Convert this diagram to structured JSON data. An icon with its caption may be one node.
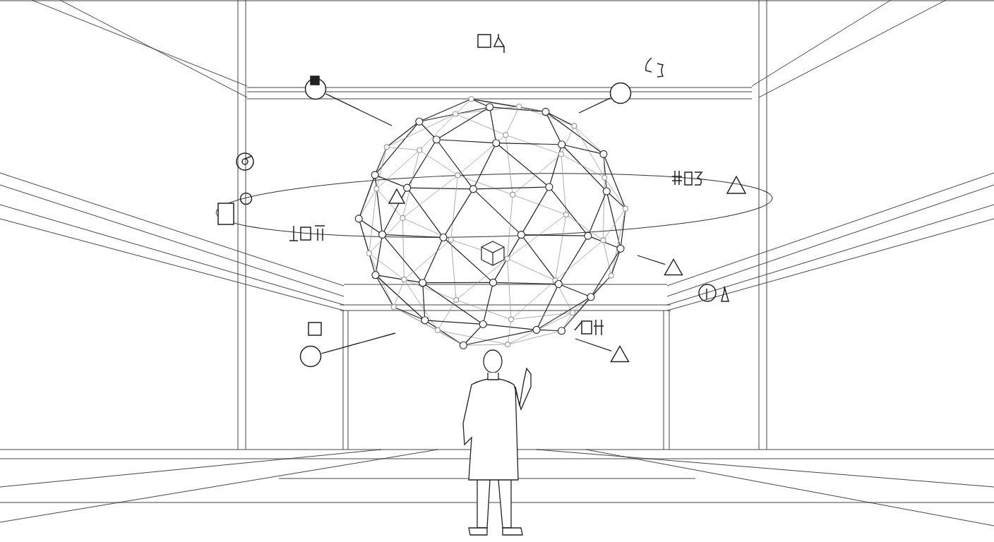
{
  "diagram": {
    "nodes": [
      {
        "text": [],
        "shape": "picture"
      },
      {
        "text": [],
        "shape": "circle"
      },
      {
        "text": [],
        "shape": "circle"
      },
      {
        "text": [],
        "shape": "triangle"
      },
      {
        "text": [],
        "shape": "circle"
      },
      {
        "text": [],
        "shape": "triangle"
      }
    ],
    "edges": [
      {
        "from": 1,
        "to": 0,
        "arrow": "none"
      },
      {
        "from": 2,
        "to": 0,
        "arrow": "none"
      },
      {
        "from": 3,
        "to": 0,
        "arrow": "none"
      },
      {
        "from": 4,
        "to": 0,
        "arrow": "none"
      },
      {
        "from": 5,
        "to": 0,
        "arrow": "none"
      }
    ]
  }
}
